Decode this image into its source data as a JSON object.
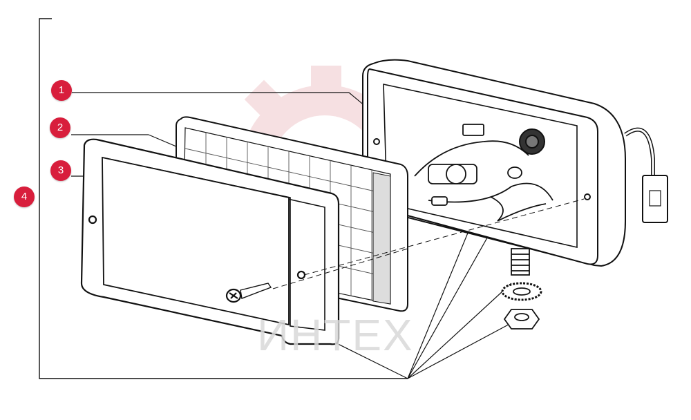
{
  "callouts": [
    {
      "label": "1"
    },
    {
      "label": "2"
    },
    {
      "label": "3"
    },
    {
      "label": "4"
    }
  ],
  "watermark": {
    "text": "ИНТЕХ",
    "color": "#e8a9ad"
  },
  "colors": {
    "callout": "#d81e3c",
    "line": "#111111",
    "fill": "#ffffff"
  }
}
